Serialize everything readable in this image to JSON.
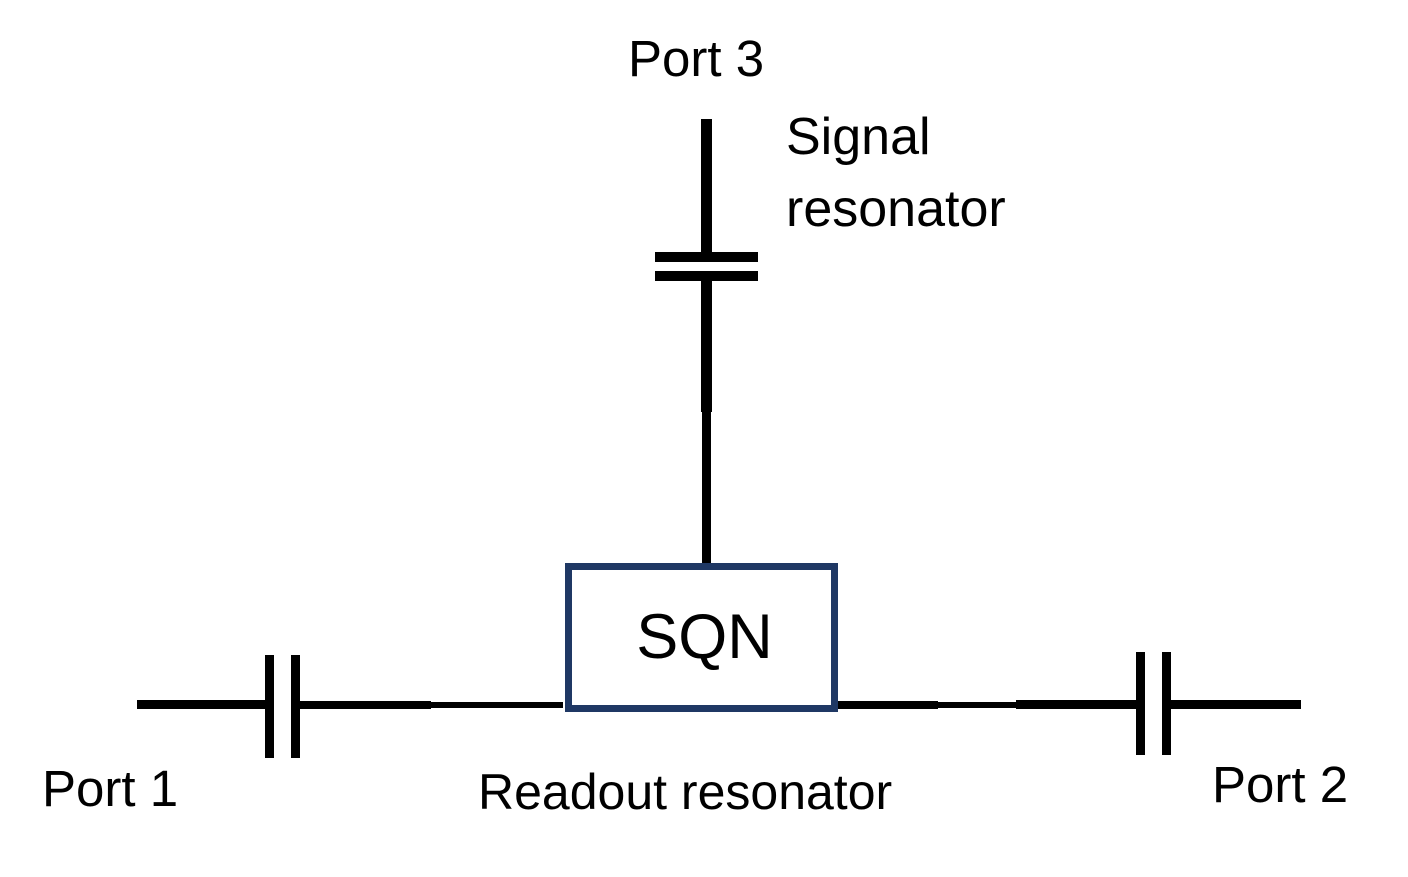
{
  "diagram": {
    "title_text": null,
    "background_color": "#ffffff",
    "wire_color": "#000000",
    "block_border_color": "#1f3864",
    "block_fill_color": "#ffffff",
    "labels": {
      "port1": "Port 1",
      "port2": "Port 2",
      "port3": "Port 3",
      "signal_resonator_line1": "Signal",
      "signal_resonator_line2": "resonator",
      "readout_resonator": "Readout resonator",
      "sqn_block": "SQN"
    },
    "components": [
      {
        "name": "port-1-terminal",
        "type": "terminal",
        "label": "Port 1"
      },
      {
        "name": "port-1-coupling-capacitor",
        "type": "capacitor",
        "orientation": "horizontal"
      },
      {
        "name": "readout-resonator-wire",
        "type": "transmission-line",
        "label": "Readout resonator"
      },
      {
        "name": "sqn-block",
        "type": "block",
        "label": "SQN"
      },
      {
        "name": "port-2-coupling-capacitor",
        "type": "capacitor",
        "orientation": "horizontal"
      },
      {
        "name": "port-2-terminal",
        "type": "terminal",
        "label": "Port 2"
      },
      {
        "name": "signal-resonator-wire",
        "type": "transmission-line",
        "label": "Signal resonator"
      },
      {
        "name": "port-3-coupling-capacitor",
        "type": "capacitor",
        "orientation": "vertical"
      },
      {
        "name": "port-3-terminal",
        "type": "terminal",
        "label": "Port 3"
      }
    ]
  }
}
